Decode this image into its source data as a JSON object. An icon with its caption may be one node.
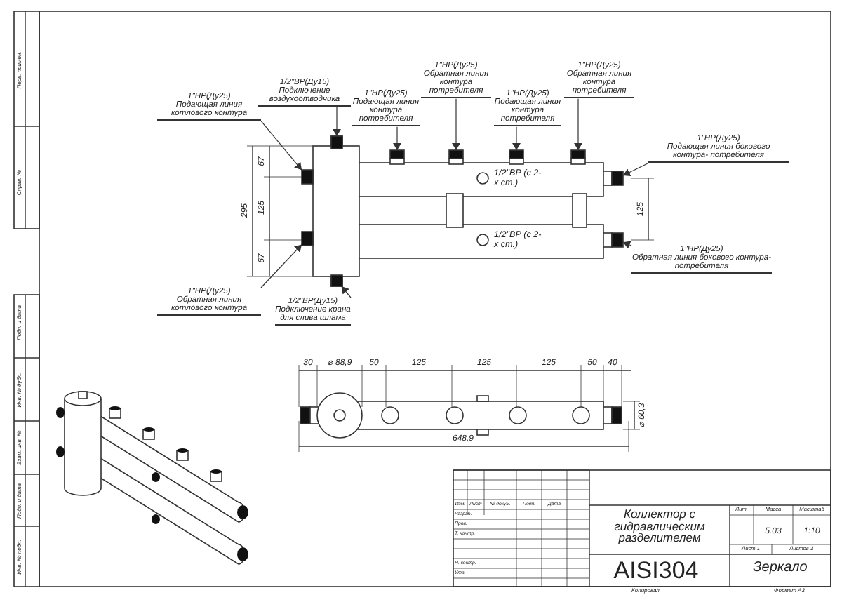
{
  "diagram": {
    "nodes": [
      {
        "text": [
          "1\"НР(Ду25)",
          "Подающая линия котлового контура"
        ]
      },
      {
        "text": [
          "1/2\"ВР(Ду15)",
          "Подключение воздухоотводчика"
        ]
      },
      {
        "text": [
          "1\"НР(Ду25)",
          "Подающая линия контура потребителя"
        ]
      },
      {
        "text": [
          "1\"НР(Ду25)",
          "Обратная линия контура потребителя"
        ]
      },
      {
        "text": [
          "1\"НР(Ду25)",
          "Подающая линия контура потребителя"
        ]
      },
      {
        "text": [
          "1\"НР(Ду25)",
          "Обратная линия контура потребителя"
        ]
      },
      {
        "text": [
          "1\"НР(Ду25)",
          "Подающая линия бокового контура- потребителя"
        ]
      },
      {
        "text": [
          "1\"НР(Ду25)",
          "Обратная линия бокового контура- потребителя"
        ]
      },
      {
        "text": [
          "1\"НР(Ду25)",
          "Обратная линия котлового контура"
        ]
      },
      {
        "text": [
          "1/2\"ВР(Ду15)",
          "Подключение крана для слива шлама"
        ]
      },
      {
        "text": [],
        "shape": "box"
      },
      {
        "text": [],
        "shape": "box"
      },
      {
        "text": [],
        "shape": "box"
      },
      {
        "text": [],
        "shape": "box"
      },
      {
        "text": [],
        "shape": "box"
      },
      {
        "text": [],
        "shape": "box"
      },
      {
        "text": [],
        "shape": "box"
      },
      {
        "text": [],
        "shape": "box"
      },
      {
        "text": [],
        "shape": "box"
      },
      {
        "text": [],
        "shape": "box"
      }
    ],
    "edges": [
      {
        "from": 0,
        "to": 10,
        "arrow": "to"
      },
      {
        "from": 1,
        "to": 12,
        "arrow": "to"
      },
      {
        "from": 2,
        "to": 14,
        "arrow": "to"
      },
      {
        "from": 3,
        "to": 15,
        "arrow": "to"
      },
      {
        "from": 4,
        "to": 16,
        "arrow": "to"
      },
      {
        "from": 5,
        "to": 17,
        "arrow": "to"
      },
      {
        "from": 6,
        "to": 18,
        "arrow": "to"
      },
      {
        "from": 7,
        "to": 19,
        "arrow": "to"
      },
      {
        "from": 8,
        "to": 11,
        "arrow": "to"
      },
      {
        "from": 9,
        "to": 13,
        "arrow": "to"
      }
    ],
    "labels": [
      "Перв. примен.",
      "Справ. №",
      "Подп. и дата",
      "Инв. № дубл.",
      "Взам. инв. №",
      "Подп. и дата",
      "Инв. № подл.",
      "67",
      "295",
      "125",
      "67",
      "1/2\"ВР (с 2-х ст.)",
      "125",
      "1/2\"ВР (с 2-х ст.)",
      "30",
      "⌀ 88,9",
      "50",
      "125",
      "125",
      "125",
      "50",
      "40",
      "⌀ 60,3",
      "648,9",
      "Изм.",
      "Лист",
      "№ докум.",
      "Подп.",
      "Дата",
      "Разраб.",
      "Пров.",
      "Т. контр.",
      "Н. контр.",
      "Утв.",
      "Коллектор с гидравлическим разделителем",
      "Лит.",
      "Масса",
      "Масштаб",
      "5.03",
      "1:10",
      "Лист 1",
      "Листов 1",
      "AISI304",
      "Зеркало",
      "Копировал",
      "Формат А3"
    ]
  }
}
